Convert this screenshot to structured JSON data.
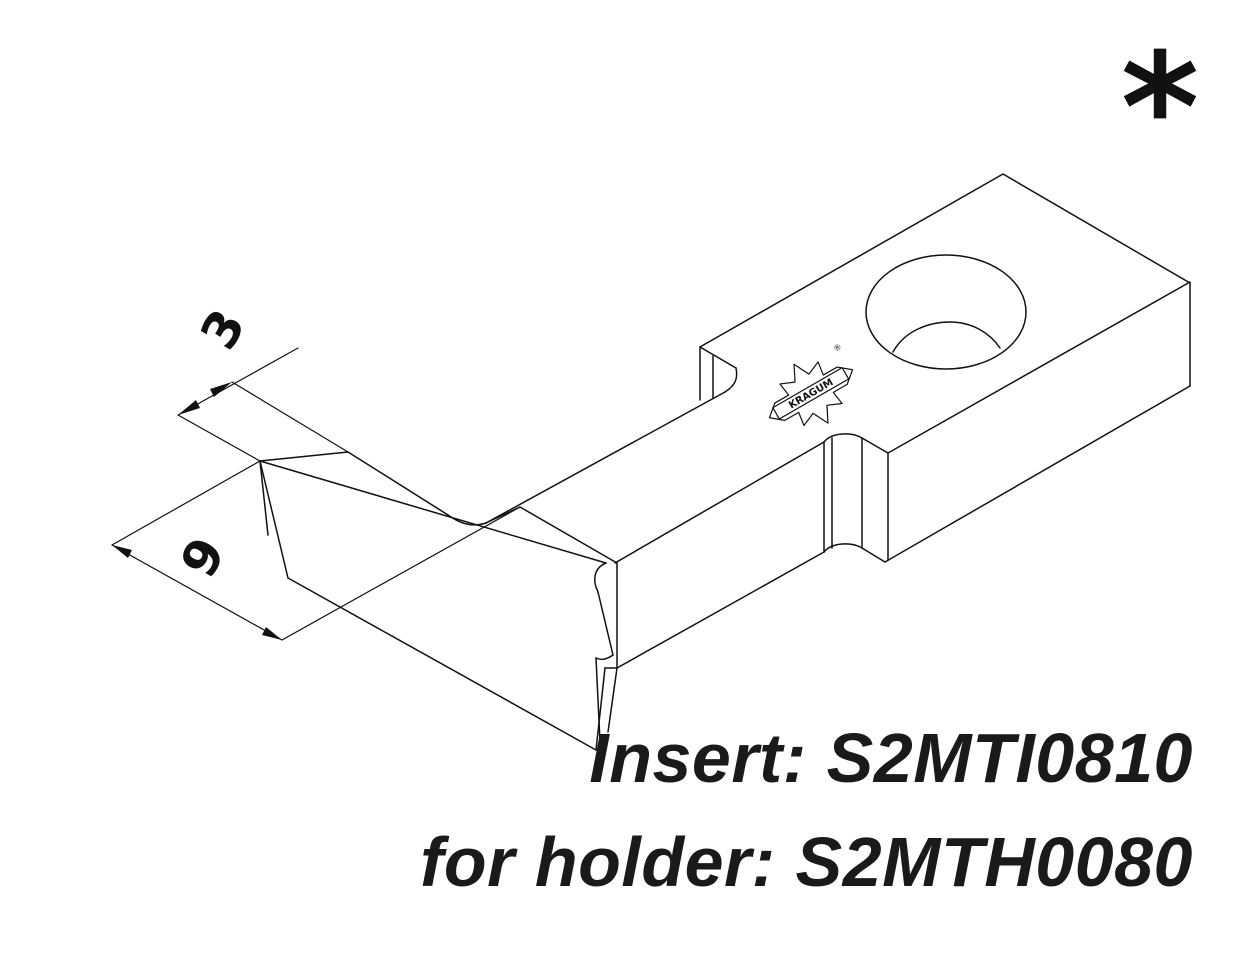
{
  "marker": "*",
  "dimensions": {
    "width_label": "3",
    "length_label": "9"
  },
  "logo": {
    "text": "KRAGUM",
    "registered_mark": "®"
  },
  "captions": {
    "insert": "Insert: S2MTI0810",
    "holder": "for holder: S2MTH0080"
  },
  "colors": {
    "ink": "#111111",
    "background": "#ffffff"
  }
}
